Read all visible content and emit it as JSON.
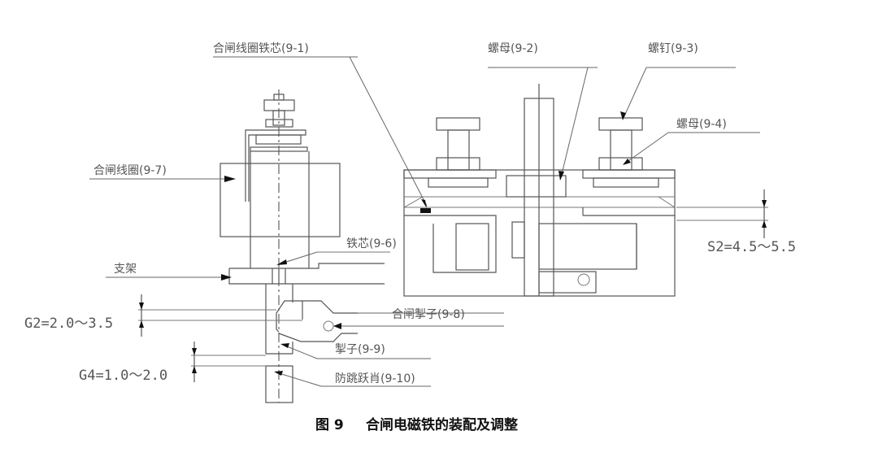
{
  "figure": {
    "caption_number": "图 9",
    "caption_title": "合闸电磁铁的装配及调整"
  },
  "labels": {
    "closing_coil_core": "合闸线圈铁芯(9-1)",
    "nut_9_2": "螺母(9-2)",
    "screw_9_3": "螺钉(9-3)",
    "nut_9_4": "螺母(9-4)",
    "closing_coil": "合闸线圈(9-7)",
    "iron_core": "铁芯(9-6)",
    "bracket": "支架",
    "closing_pawl": "合闸掣子(9-8)",
    "pawl": "掣子(9-9)",
    "anti_pump_pin": "防跳跃肖(9-10)"
  },
  "dimensions": {
    "s2": "S2=4.5～5.5",
    "g2": "G2=2.0～3.5",
    "g4": "G4=1.0～2.0"
  }
}
